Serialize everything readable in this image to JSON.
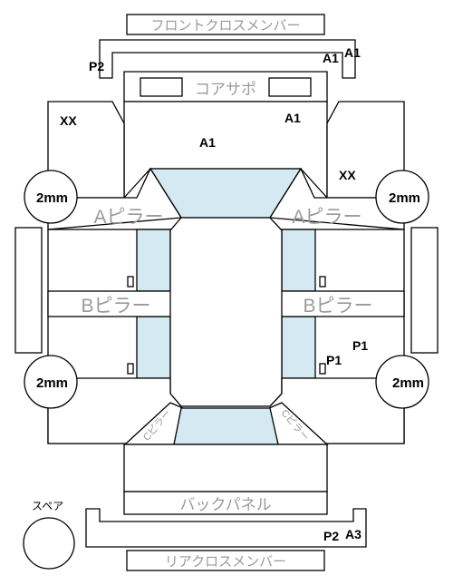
{
  "labels": {
    "front_cross_member": "フロントクロスメンバー",
    "core_support": "コアサポ",
    "a_pillar": "Aピラー",
    "b_pillar": "Bピラー",
    "back_panel": "バックパネル",
    "rear_cross_member": "リアクロスメンバー",
    "spare": "スペア",
    "c_pillar": "Cピラー"
  },
  "marks": {
    "a1": "A1",
    "a3": "A3",
    "p1": "P1",
    "p2": "P2",
    "xx": "XX"
  },
  "measurements": {
    "front_left": "2mm",
    "front_right": "2mm",
    "rear_left": "2mm",
    "rear_right": "2mm"
  },
  "colors": {
    "glass": "#d4e9f2",
    "label_gray": "#9a9a9a"
  }
}
